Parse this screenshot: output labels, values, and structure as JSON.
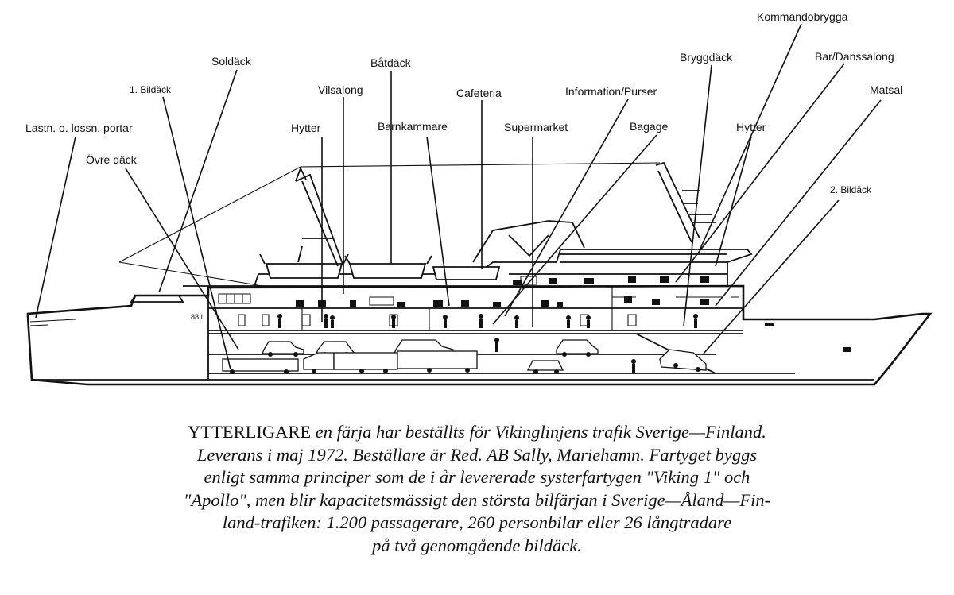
{
  "labels": {
    "lastn_portar": "Lastn. o. lossn. portar",
    "ovre_dack": "Övre däck",
    "bildack_1": "1. Bildäck",
    "soldack": "Soldäck",
    "hytter_1": "Hytter",
    "vilsalong": "Vilsalong",
    "batdack": "Båtdäck",
    "barnkammare": "Barnkammare",
    "cafeteria": "Cafeteria",
    "supermarket": "Supermarket",
    "information_purser": "Information/Purser",
    "bagage": "Bagage",
    "bryggdack": "Bryggdäck",
    "kommandobrygga": "Kommandobrygga",
    "bar_danssalong": "Bar/Danssalong",
    "matsal": "Matsal",
    "hytter_2": "Hytter",
    "bildack_2": "2. Bildäck"
  },
  "caption": {
    "lead_word": "YTTERLIGARE",
    "line1": " en färja har beställts för Vikinglinjens trafik Sverige—Finland.",
    "line2": "Leverans i maj 1972. Beställare är Red. AB Sally, Mariehamn. Fartyget byggs",
    "line3": "enligt samma principer som de i år levererade systerfartygen \"Viking 1\" och",
    "line4": "\"Apollo\", men blir kapacitetsmässigt den största bilfärjan i Sverige—Åland—Fin-",
    "line5": "land-trafiken: 1.200 passagerare, 260 personbilar eller 26 långtradare",
    "line6": "på två genomgående bildäck."
  },
  "colors": {
    "ink": "#111111",
    "paper": "#ffffff"
  }
}
